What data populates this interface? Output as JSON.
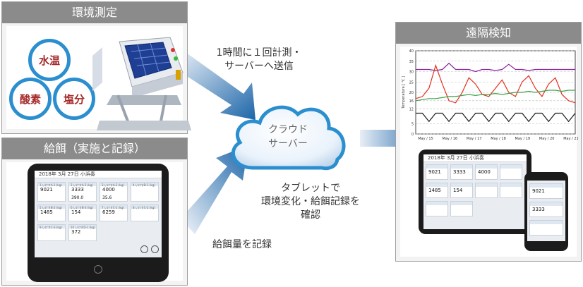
{
  "panels": {
    "env": {
      "title": "環境測定"
    },
    "feed": {
      "title": "給餌（実施と記録）"
    },
    "remote": {
      "title": "遠隔検知"
    }
  },
  "sensors": {
    "water_temp": "水温",
    "oxygen": "酸素",
    "salinity": "塩分"
  },
  "cloud": {
    "line1": "クラウド",
    "line2": "サーバー"
  },
  "notes": {
    "measure": [
      "1時間に１回計測・",
      "サーバーへ送信"
    ],
    "tablet": [
      "タブレットで",
      "環境変化・給餌記録を",
      "確認"
    ],
    "record": "給餌量を記録"
  },
  "tablet_app": {
    "title": "2018年 3月 27日 小浜奏",
    "cards": [
      {
        "label": "1 いけすA-1 (kg)",
        "value": "9021",
        "value2": ""
      },
      {
        "label": "2 いけすA-2 (kg)",
        "value": "3333",
        "value2": "390.0"
      },
      {
        "label": "3 いけすA-3 (kg)",
        "value": "4000",
        "value2": "35.6"
      },
      {
        "label": "4 いけすB-1 (kg)",
        "value": "",
        "value2": ""
      },
      {
        "label": "5 いけすB-2 (kg)",
        "value": "1485",
        "value2": ""
      },
      {
        "label": "6 いけすB-3 (kg)",
        "value": "154",
        "value2": ""
      },
      {
        "label": "7 いけすC-1 (kg)",
        "value": "6259",
        "value2": ""
      },
      {
        "label": "8 いけすC-2 (kg)",
        "value": "",
        "value2": ""
      },
      {
        "label": "9 いけすC-3 (kg)",
        "value": "",
        "value2": ""
      },
      {
        "label": "10 いけすD-1 (kg)",
        "value": "372",
        "value2": ""
      }
    ]
  },
  "remote_tablet": {
    "title": "2018年 3月 27日 小浜奏",
    "values": [
      "9021",
      "3333",
      "4000",
      "1485",
      "154"
    ]
  },
  "phone": {
    "values": [
      "9021",
      "3333"
    ]
  },
  "chart_data": {
    "type": "line",
    "ylabel": "Temperature [ ℃ ]",
    "x_ticks": [
      "May / 15",
      "May / 16",
      "May / 17",
      "May / 18",
      "May / 19",
      "May / 20",
      "May / 21"
    ],
    "y_ticks": [
      0,
      5,
      12,
      16,
      20,
      25,
      30,
      35,
      40
    ],
    "ylim": [
      0,
      40
    ],
    "series": [
      {
        "color": "#8b1fa1",
        "values": [
          31,
          31,
          31,
          30.5,
          31,
          34,
          31,
          31,
          31,
          30,
          31,
          31,
          30.5,
          31,
          33.5,
          31,
          31,
          30.5,
          31,
          31,
          31,
          31,
          31,
          31,
          31
        ]
      },
      {
        "color": "#e2301e",
        "values": [
          17,
          18,
          22,
          33,
          24,
          16,
          15,
          20,
          27,
          24,
          19,
          18,
          22,
          26,
          20,
          18,
          25,
          28,
          22,
          18,
          24,
          27,
          19,
          16,
          15
        ]
      },
      {
        "color": "#3fa14a",
        "values": [
          16,
          16.5,
          17,
          17,
          17.5,
          18,
          18,
          18.5,
          19,
          18.5,
          19,
          19,
          19.5,
          19,
          19.5,
          20,
          20,
          20.5,
          20,
          20.5,
          21,
          21,
          20.5,
          21,
          21
        ]
      },
      {
        "color": "#1c1c1c",
        "values": [
          10,
          10,
          6,
          10,
          10,
          6,
          10,
          10,
          6,
          10,
          10,
          6,
          10,
          10,
          6,
          10,
          10,
          6,
          10,
          10,
          6,
          10,
          10,
          6,
          10
        ]
      }
    ]
  }
}
